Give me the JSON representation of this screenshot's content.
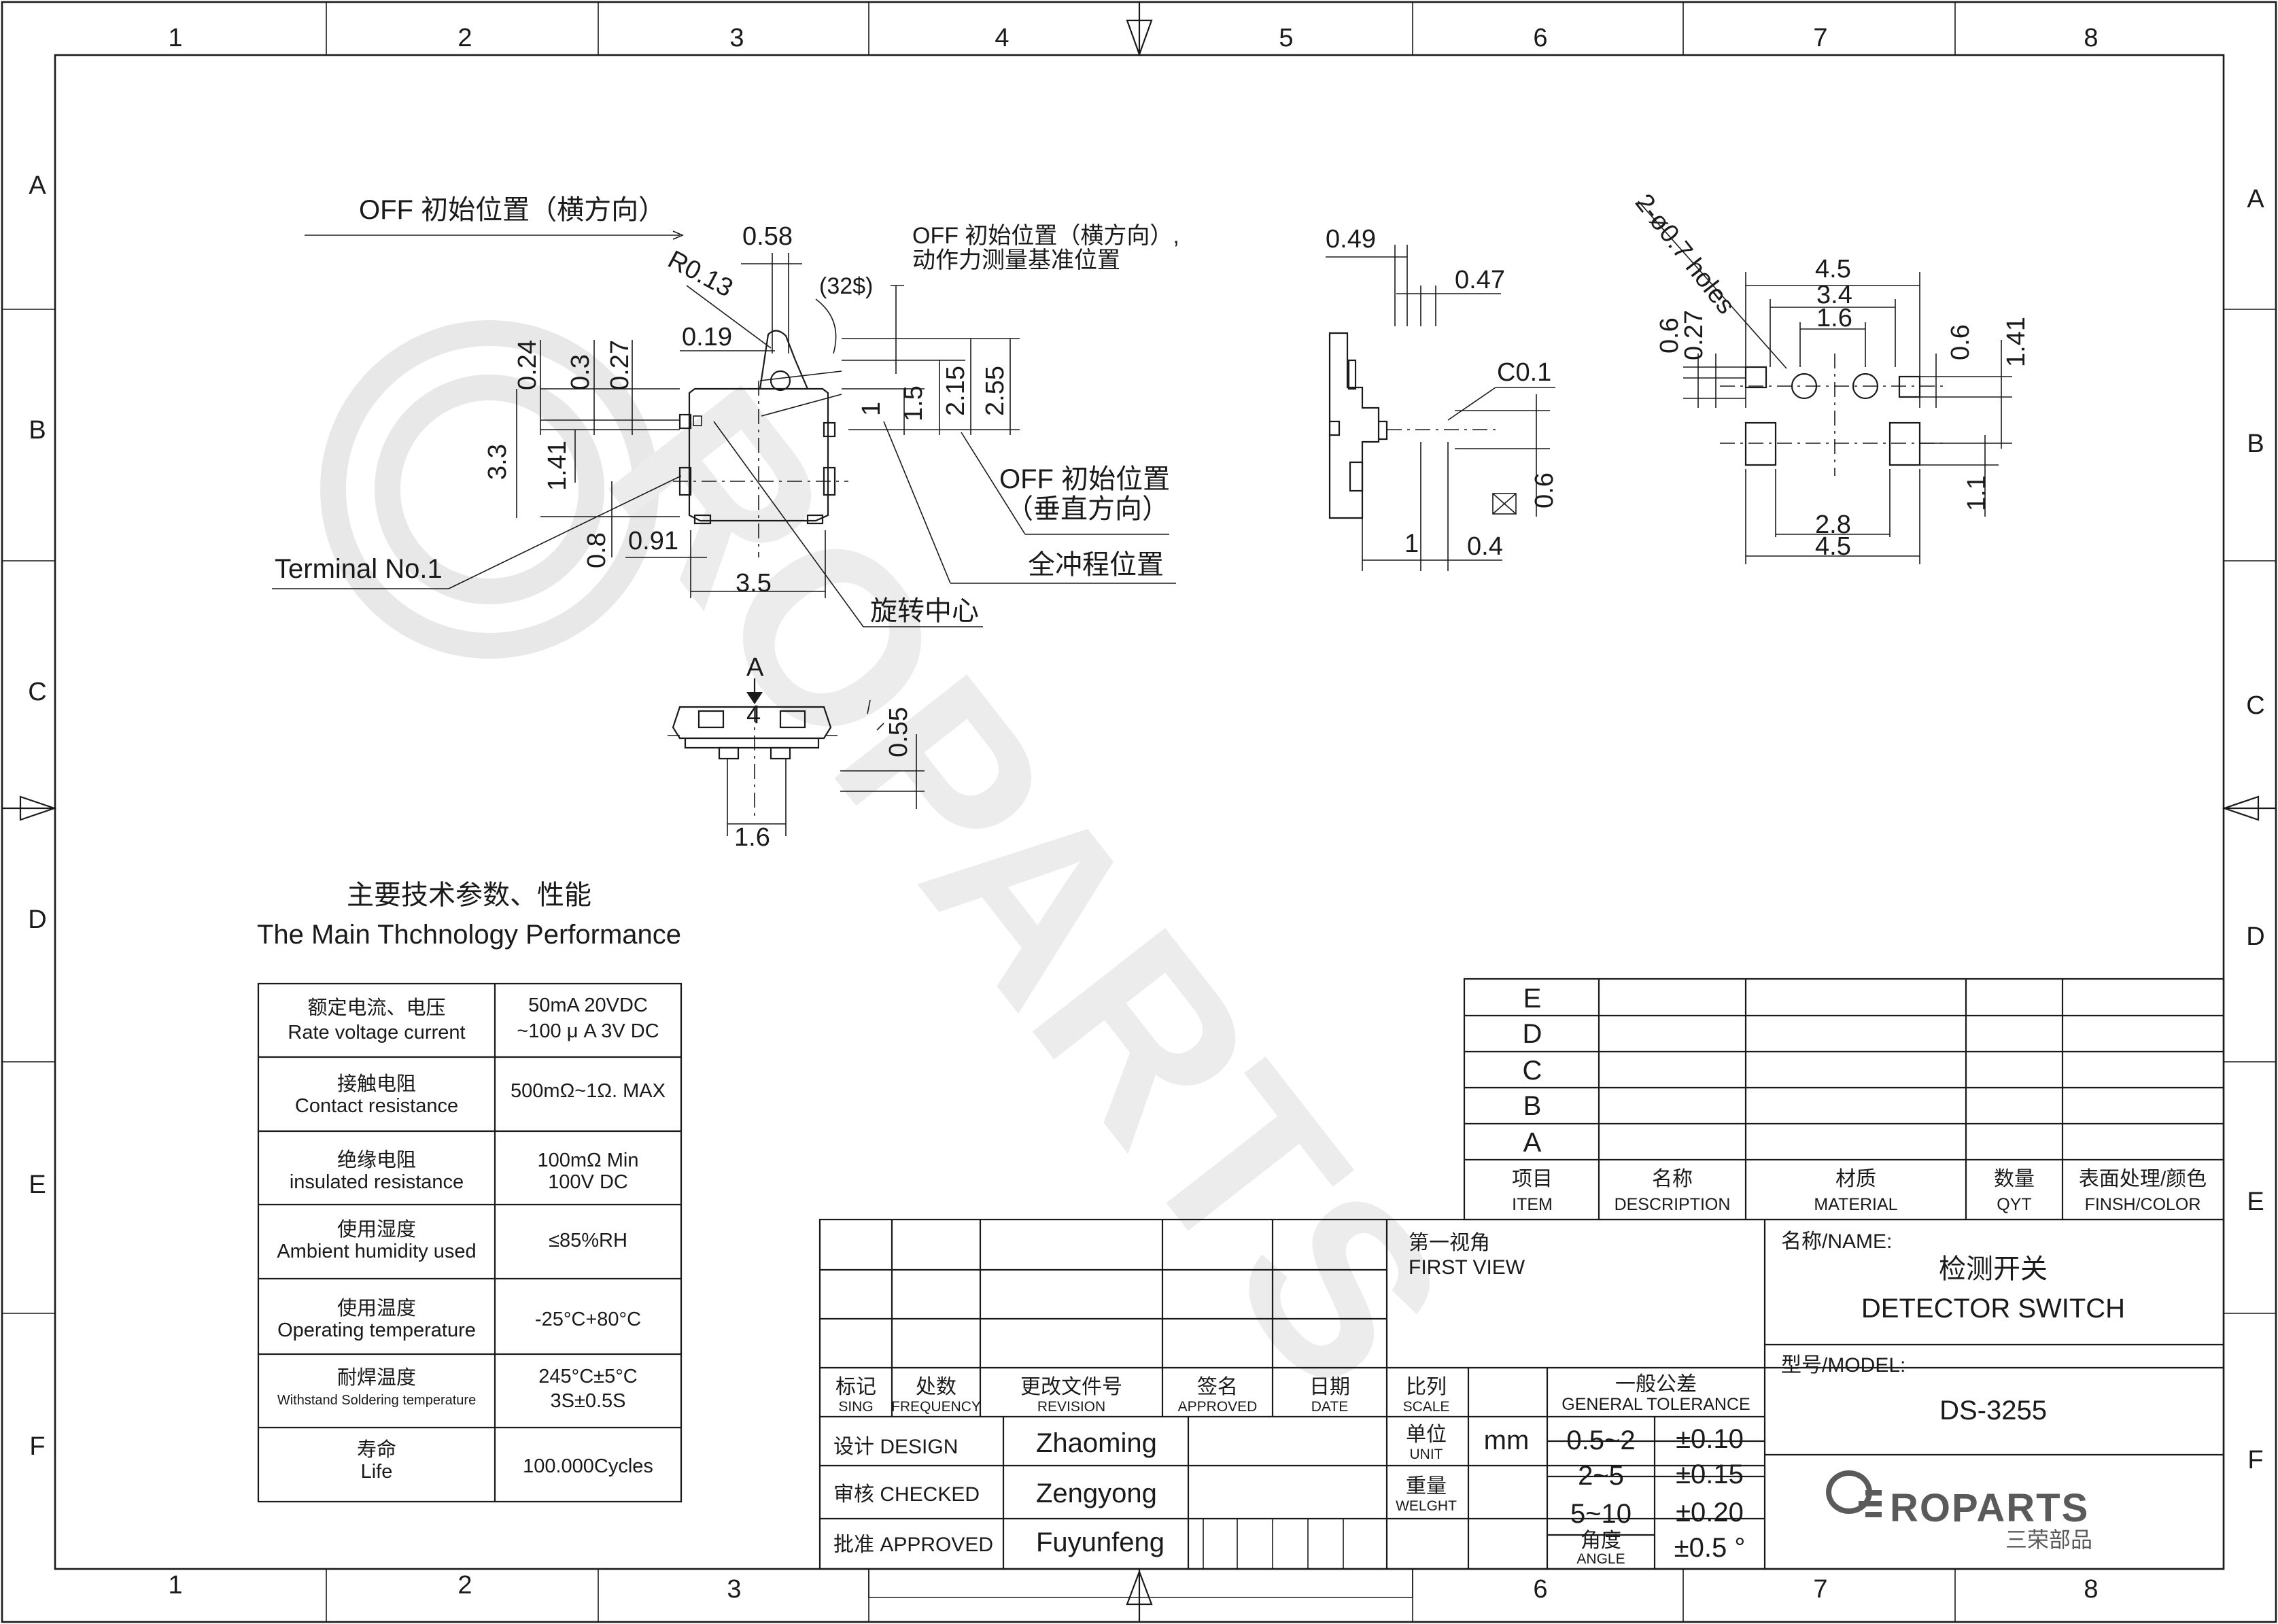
{
  "border": {
    "columns": [
      "1",
      "2",
      "3",
      "4",
      "5",
      "6",
      "7",
      "8"
    ],
    "rows": [
      "A",
      "B",
      "C",
      "D",
      "E",
      "F"
    ]
  },
  "drawing": {
    "front": {
      "off_horizontal_title": "OFF 初始位置（横方向）",
      "radius": "R0.13",
      "angle": "(32$)",
      "note_line1": "OFF 初始位置（横方向）,",
      "note_line2": "动作力测量基准位置",
      "dims": [
        "0.58",
        "0.19",
        "0.24",
        "0.3",
        "0.27",
        "3.3",
        "1.41",
        "0.8",
        "0.91",
        "3.5",
        "1",
        "1.5",
        "2.15",
        "2.55"
      ],
      "off_vertical_1": "OFF 初始位置",
      "off_vertical_2": "（垂直方向）",
      "full_stroke": "全冲程位置",
      "rotation_center": "旋转中心",
      "terminal": "Terminal No.1"
    },
    "bottom": {
      "arrow_label": "A",
      "num": "4",
      "dims": [
        "0.55",
        "1.6"
      ]
    },
    "side": {
      "dims": [
        "0.49",
        "0.47",
        "C0.1",
        "0.6",
        "1",
        "0.4"
      ]
    },
    "pcb": {
      "holes": "2-ø0.7 holes",
      "dims": [
        "4.5",
        "3.4",
        "1.6",
        "0.6",
        "0.27",
        "0.6",
        "1.41",
        "1.1",
        "2.8",
        "4.5"
      ]
    }
  },
  "spec_table": {
    "title_cn": "主要技术参数、性能",
    "title_en": "The Main Thchnology Performance",
    "rows": [
      {
        "cn": "额定电流、电压",
        "en": "Rate voltage current",
        "v1": "50mA    20VDC",
        "v2": "~100 μ A 3V DC"
      },
      {
        "cn": "接触电阻",
        "en": "Contact resistance",
        "v1": "500mΩ~1Ω. MAX",
        "v2": ""
      },
      {
        "cn": "绝缘电阻",
        "en": "insulated resistance",
        "v1": "100mΩ  Min",
        "v2": "100V DC"
      },
      {
        "cn": "使用湿度",
        "en": "Ambient humidity used",
        "v1": "≤85%RH",
        "v2": ""
      },
      {
        "cn": "使用温度",
        "en": "Operating temperature",
        "v1": "-25°C+80°C",
        "v2": ""
      },
      {
        "cn": "耐焊温度",
        "en": "Withstand Soldering temperature",
        "v1": "245°C±5°C",
        "v2": "3S±0.5S"
      },
      {
        "cn": "寿命",
        "en": "Life",
        "v1": "100.000Cycles",
        "v2": ""
      }
    ]
  },
  "bom": {
    "rows": [
      "E",
      "D",
      "C",
      "B",
      "A"
    ],
    "headers": [
      {
        "cn": "项目",
        "en": "ITEM"
      },
      {
        "cn": "名称",
        "en": "DESCRIPTION"
      },
      {
        "cn": "材质",
        "en": "MATERIAL"
      },
      {
        "cn": "数量",
        "en": "QYT"
      },
      {
        "cn": "表面处理/颜色",
        "en": "FINSH/COLOR"
      }
    ]
  },
  "title_block": {
    "first_view_cn": "第一视角",
    "first_view_en": "FIRST VIEW",
    "name_label": "名称/NAME:",
    "name_cn": "检测开关",
    "name_en": "DETECTOR  SWITCH",
    "model_label": "型号/MODEL:",
    "model": "DS-3255",
    "revision_headers": [
      {
        "cn": "标记",
        "en": "SING"
      },
      {
        "cn": "处数",
        "en": "FREQUENCY"
      },
      {
        "cn": "更改文件号",
        "en": "REVISION"
      },
      {
        "cn": "签名",
        "en": "APPROVED"
      },
      {
        "cn": "日期",
        "en": "DATE"
      }
    ],
    "design_label": "设计 DESIGN",
    "design_name": "Zhaoming",
    "checked_label": "审核 CHECKED",
    "checked_name": "Zengyong",
    "approved_label": "批准 APPROVED",
    "approved_name": "Fuyunfeng",
    "scale": {
      "cn": "比列",
      "en": "SCALE"
    },
    "unit": {
      "cn": "单位",
      "en": "UNIT",
      "value": "mm"
    },
    "weight": {
      "cn": "重量",
      "en": "WELGHT"
    },
    "angle": {
      "cn": "角度",
      "en": "ANGLE",
      "value": "±0.5 °"
    },
    "tolerance_cn": "一般公差",
    "tolerance_en": "GENERAL TOLERANCE",
    "tolerances": [
      {
        "range": "0.5~2",
        "tol": "±0.10"
      },
      {
        "range": "2~5",
        "tol": "±0.15"
      },
      {
        "range": "5~10",
        "tol": "±0.20"
      }
    ],
    "logo_text": "ROPARTS",
    "logo_cn": "三荣部品"
  },
  "watermark": "ROPARTS"
}
